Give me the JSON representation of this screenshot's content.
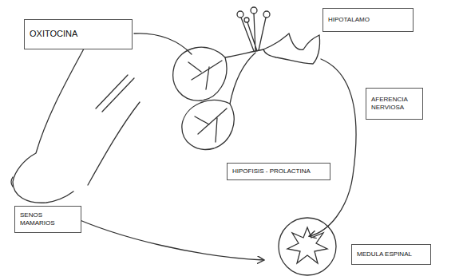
{
  "diagram": {
    "nodes": [
      {
        "text": [
          "OXITOCINA"
        ]
      },
      {
        "text": [
          "HIPOTALAMO"
        ]
      },
      {
        "text": [
          "AFERENCIA NERVIOSA"
        ]
      },
      {
        "text": [
          "HIPOFISIS - PROLACTINA"
        ]
      },
      {
        "text": [
          "SENOS MAMARIOS"
        ]
      },
      {
        "text": [
          "MEDULA ESPINAL"
        ]
      }
    ]
  }
}
